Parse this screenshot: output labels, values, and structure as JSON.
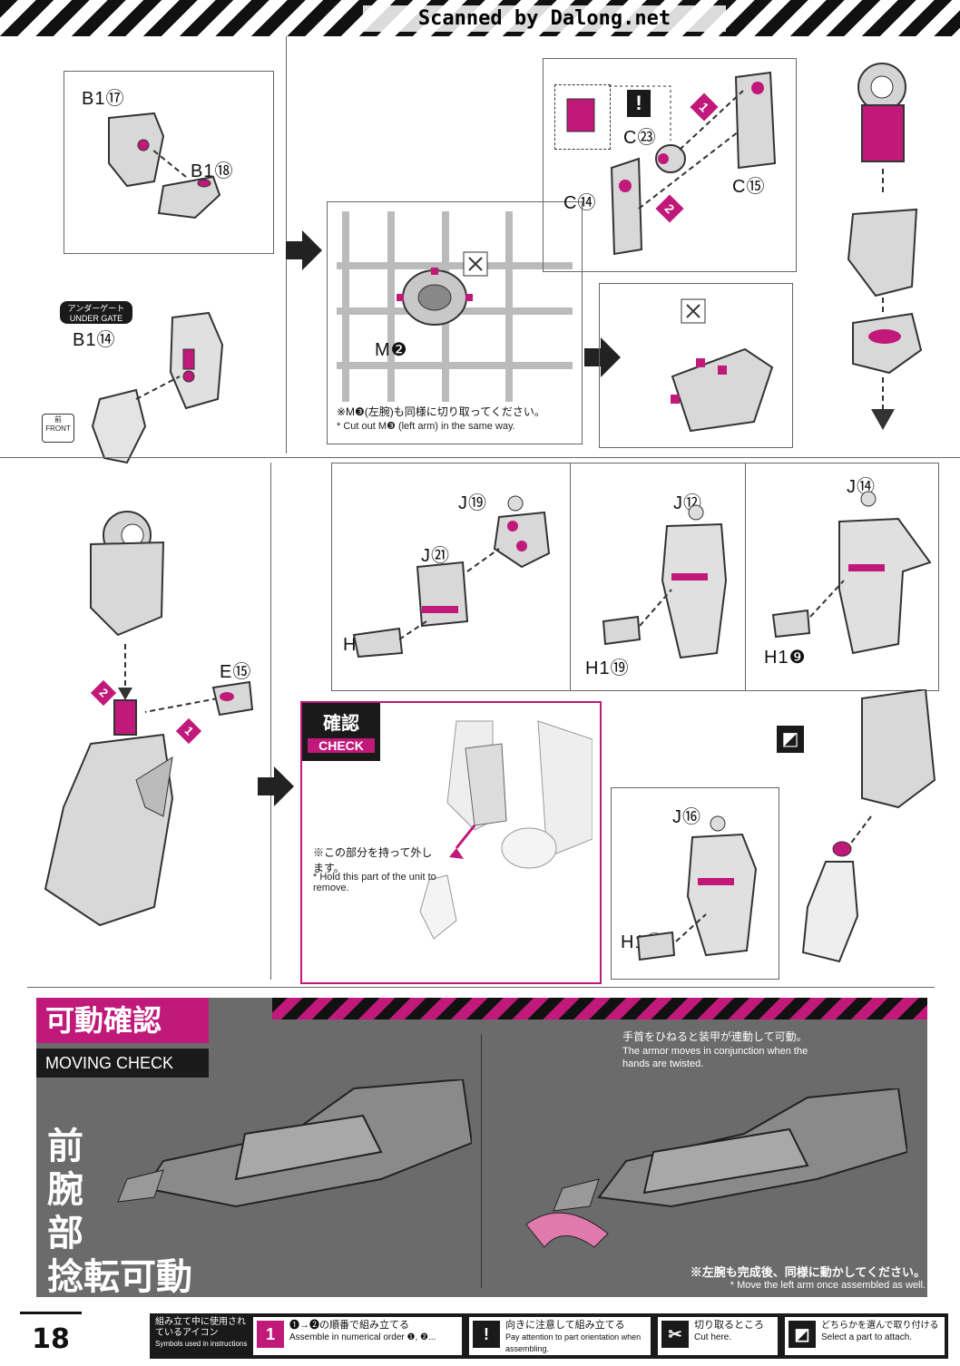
{
  "watermark": "Scanned by Dalong.net",
  "step1": {
    "labels": {
      "b1_17": "B1⑰",
      "b1_18": "B1⑱",
      "under_gate_jp": "アンダーゲート",
      "under_gate_en": "UNDER GATE",
      "b1_14": "B1⑭",
      "front_jp": "前",
      "front_en": "FRONT"
    }
  },
  "step2": {
    "labels": {
      "m2": "M❷",
      "note_jp": "※M❸(左腕)も同様に切り取ってください。",
      "note_en": "* Cut out M❸ (left arm) in the same way."
    }
  },
  "step3": {
    "labels": {
      "c23": "C㉓",
      "c14": "C⑭",
      "c15": "C⑮",
      "order1": "1",
      "order2": "2"
    }
  },
  "step4": {
    "labels": {
      "e15": "E⑮",
      "order1": "1",
      "order2": "2"
    }
  },
  "step5": {
    "labels": {
      "j19": "J⑲",
      "j21": "J㉑",
      "h1_15": "H1⑮",
      "j12": "J⑫",
      "h1_19": "H1⑲",
      "j14": "J⑭",
      "h1_9": "H1❾",
      "j16": "J⑯",
      "h1_17": "H1⑰"
    }
  },
  "check": {
    "badge_jp": "確認",
    "badge_en": "CHECK",
    "note_jp": "※この部分を持って外します。",
    "note_en": "* Hold this part of the unit to remove."
  },
  "moving_check": {
    "title_jp": "可動確認",
    "title_en": "MOVING CHECK",
    "big_text": [
      "前",
      "腕",
      "部",
      "捻転可動"
    ],
    "callout_jp": "手首をひねると装甲が連動して可動。",
    "callout_en": "The armor moves in conjunction when the hands are twisted.",
    "bottom_jp": "※左腕も完成後、同様に動かしてください。",
    "bottom_en": "* Move the left arm once assembled as well."
  },
  "footer": {
    "page_number": "18",
    "legend_title_jp": "組み立て中に使用されているアイコン",
    "legend_title_en": "Symbols used in instructions",
    "items": [
      {
        "icon": "1",
        "jp": "❶→❷の順番で組み立てる",
        "en": "Assemble in numerical order ❶, ❷..."
      },
      {
        "icon": "!",
        "jp": "向きに注意して組み立てる",
        "en": "Pay attention to part orientation when assembling."
      },
      {
        "icon": "✂",
        "jp": "切り取るところ",
        "en": "Cut here."
      },
      {
        "icon": "◩",
        "jp": "どちらかを選んで取り付ける",
        "en": "Select a part to attach."
      }
    ]
  }
}
